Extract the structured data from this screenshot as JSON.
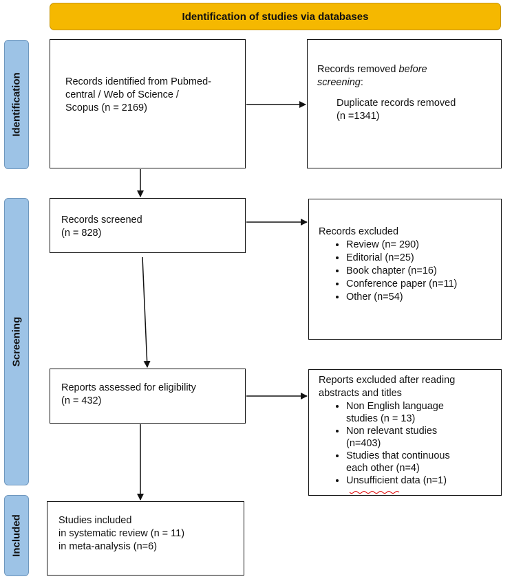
{
  "header": {
    "title": "Identification of studies via databases"
  },
  "stages": {
    "identification": "Identification",
    "screening": "Screening",
    "included": "Included"
  },
  "boxes": {
    "identified": "Records identified from Pubmed-\ncentral / Web of Science /\nScopus  (n = 2169)",
    "removed": {
      "line1_a": "Records removed ",
      "line1_b": "before",
      "line2": "screening",
      "colon": ":",
      "item": "Duplicate records removed\n(n =1341)"
    },
    "screened": "Records screened\n(n = 828)",
    "excluded": {
      "title": "Records excluded",
      "items": [
        "Review (n= 290)",
        "Editorial (n=25)",
        "Book chapter (n=16)",
        "Conference paper (n=11)",
        "Other (n=54)"
      ]
    },
    "assessed": "Reports assessed for eligibility\n(n = 432)",
    "reports_excluded": {
      "title": "Reports excluded after reading\nabstracts and titles",
      "items": [
        "Non English language\nstudies (n = 13)",
        "Non relevant studies\n(n=403)",
        "Studies that continuous\neach other (n=4)",
        "Unsufficient data (n=1)"
      ]
    },
    "included": "Studies included\nin systematic review (n = 11)\nin meta-analysis (n=6)"
  }
}
